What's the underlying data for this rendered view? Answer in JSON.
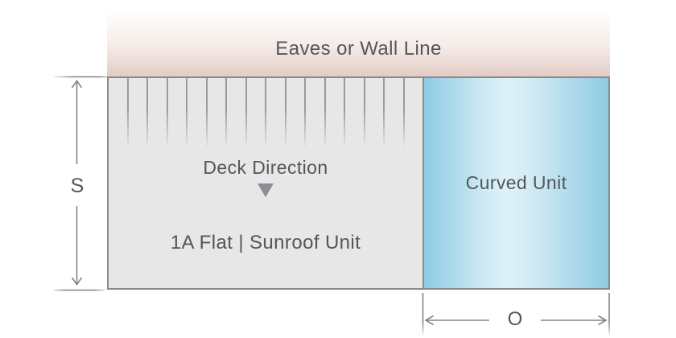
{
  "diagram": {
    "title_bar": {
      "label": "Eaves or Wall Line"
    },
    "flat_unit": {
      "deck_direction_label": "Deck Direction",
      "arrow_icon": "down-triangle",
      "name_label": "1A Flat | Sunroof Unit",
      "deck_board_line_count": 15
    },
    "curved_unit": {
      "name_label": "Curved Unit"
    },
    "dimensions": {
      "span_label": "S",
      "overhang_label": "O"
    },
    "colors": {
      "eaves_top": "#ffffff",
      "eaves_bottom": "#e3ccc5",
      "flat_fill": "#e7e7e7",
      "curved_edge": "#8ecbe3",
      "curved_center": "#def1f8",
      "outline": "#8a8a8a",
      "dimension_line": "#838383",
      "text": "#55565a",
      "deck_arrow": "#8b8e92",
      "deck_board_line": "#9a9a9a"
    }
  }
}
